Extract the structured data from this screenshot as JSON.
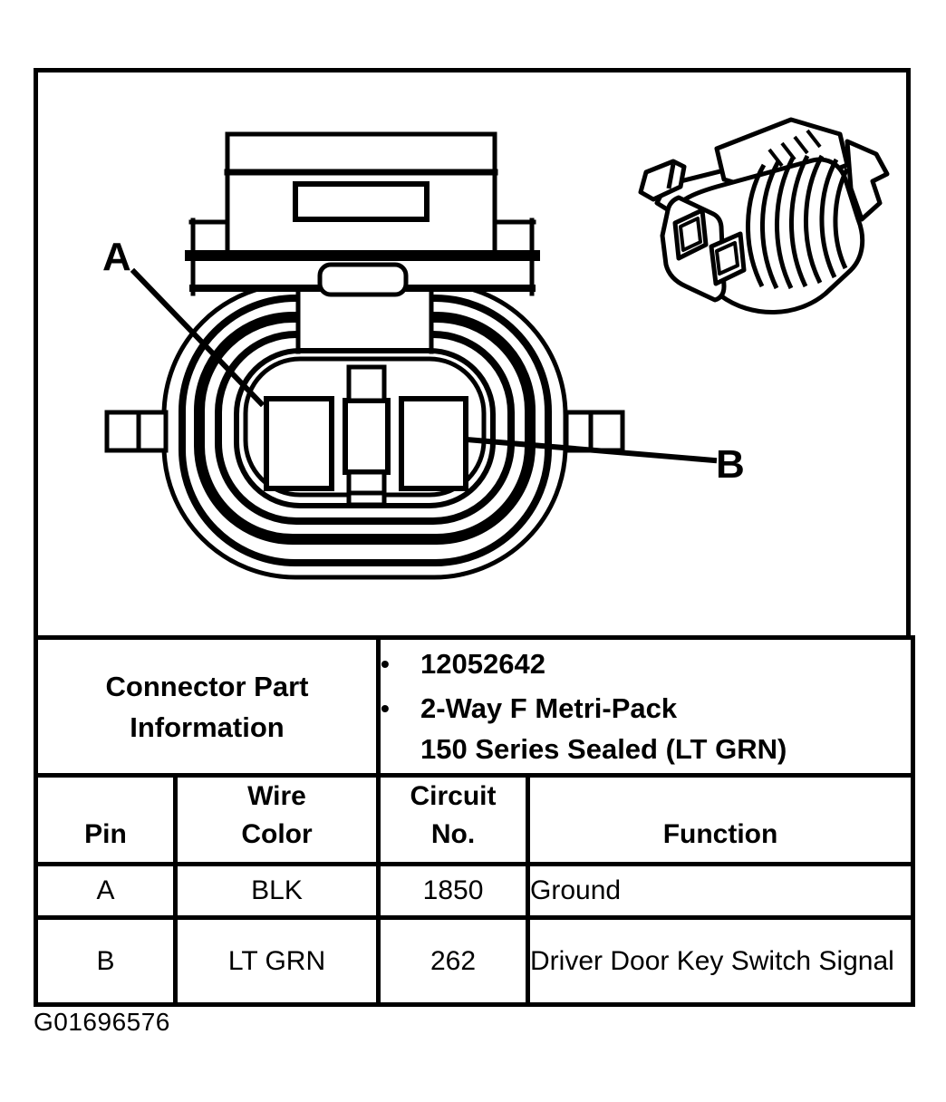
{
  "colors": {
    "ink": "#000000",
    "paper": "#ffffff"
  },
  "figure": {
    "pin_label_a": "A",
    "pin_label_b": "B"
  },
  "table": {
    "bullet_char": "•",
    "info_header": "Connector Part\nInformation",
    "info_bullets": [
      "12052642",
      "2-Way F Metri-Pack\n150 Series Sealed (LT GRN)"
    ],
    "columns": [
      "Pin",
      "Wire\nColor",
      "Circuit\nNo.",
      "Function"
    ],
    "rows": [
      {
        "pin": "A",
        "wire_color": "BLK",
        "circuit_no": "1850",
        "function": "Ground"
      },
      {
        "pin": "B",
        "wire_color": "LT GRN",
        "circuit_no": "262",
        "function": "Driver Door Key Switch Signal"
      }
    ]
  },
  "footer": {
    "figure_id": "G01696576"
  }
}
